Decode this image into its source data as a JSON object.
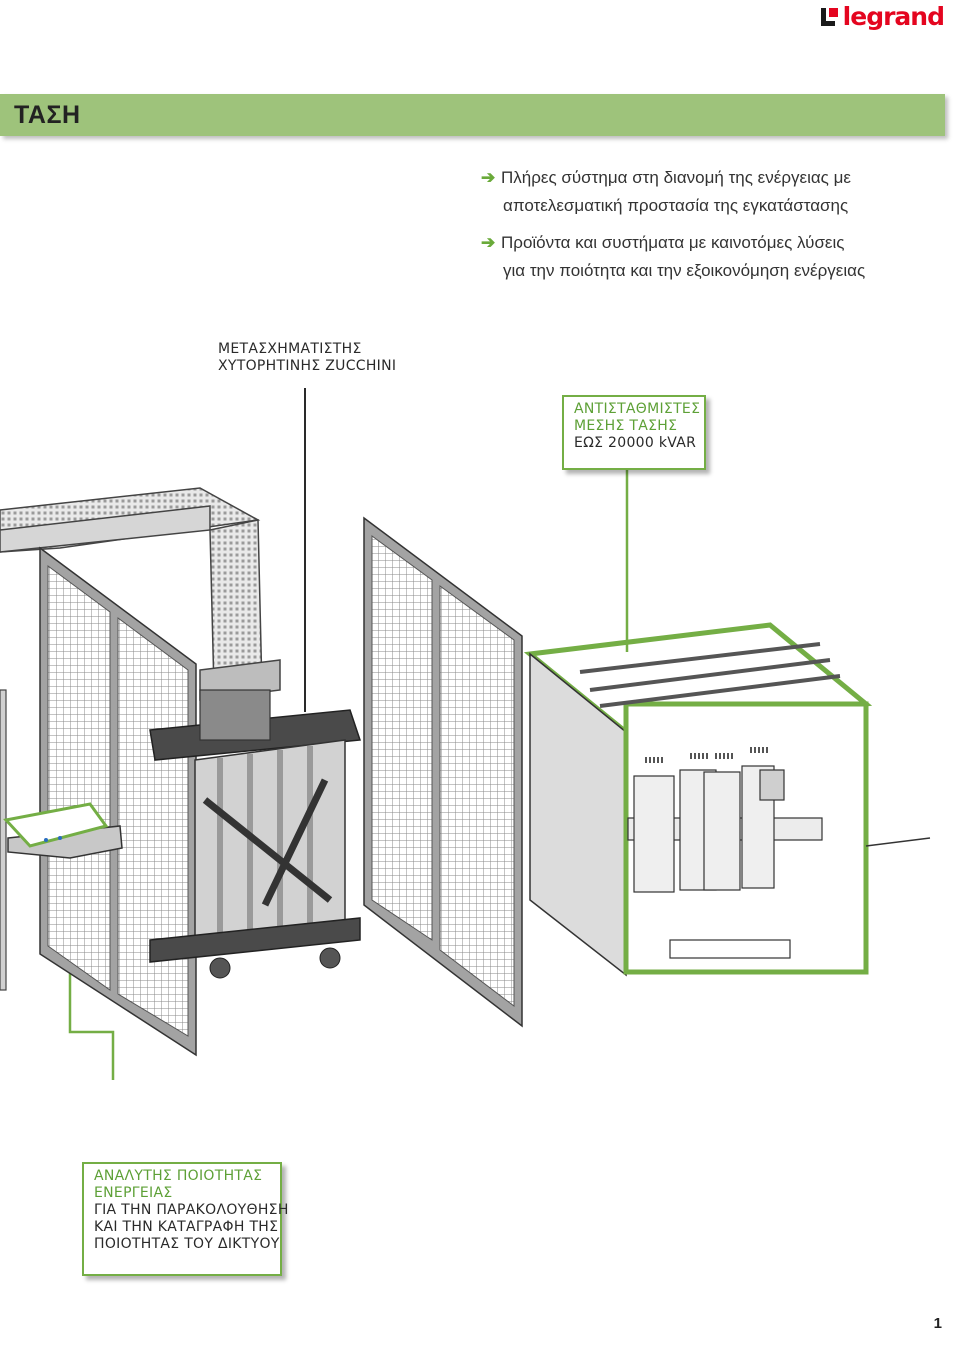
{
  "brand": {
    "name": "legrand",
    "logo_icon": "legrand-square-mark",
    "color": "#e4051f"
  },
  "banner": {
    "title": "ΤΑΣΗ",
    "color": "#9ec37b"
  },
  "bullets": [
    {
      "line1": "Πλήρες σύστημα στη διανομή της ενέργειας με",
      "line2": "αποτελεσματική προστασία της εγκατάστασης"
    },
    {
      "line1": "Προϊόντα και συστήματα με καινοτόμες λύσεις",
      "line2": "για την ποιότητα και την εξοικονόμηση ενέργειας"
    }
  ],
  "callouts": {
    "transformer": {
      "line1": "ΜΕΤΑΣΧΗΜΑΤΙΣΤΗΣ",
      "line2": "ΧΥΤΟΡΗΤΙΝΗΣ ZUCCHINI"
    },
    "compensators": {
      "line1": "ΑΝΤΙΣΤΑΘΜΙΣΤΕΣ",
      "line2": "ΜΕΣΗΣ ΤΑΣΗΣ",
      "line3": "ΕΩΣ 20000 kVAR"
    },
    "analyzer": {
      "line1": "ΑΝΑΛΥΤΗΣ ΠΟΙΟΤΗΤΑΣ",
      "line2": "ΕΝΕΡΓΕΙΑΣ",
      "line3": "ΓΙΑ ΤΗΝ ΠΑΡΑΚΟΛΟΥΘΗΣΗ",
      "line4": "ΚΑΙ ΤΗΝ ΚΑΤΑΓΡΑΦΗ ΤΗΣ",
      "line5": "ΠΟΙΟΤΗΤΑΣ ΤΟΥ ΔΙΚΤΥΟΥ"
    }
  },
  "accent_color": "#74ae45",
  "page_number": "1"
}
